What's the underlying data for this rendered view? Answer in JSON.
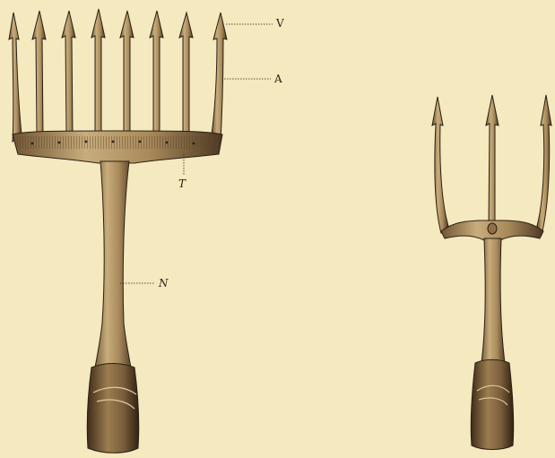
{
  "figure": {
    "left_tool": {
      "labels": {
        "v": "V",
        "a": "A",
        "t": "T",
        "n": "N"
      }
    },
    "right_tool": {}
  },
  "colors": {
    "paper": "#f4e9bf",
    "ink": "#2a2015",
    "metal_light": "#c4a774",
    "metal_mid": "#8f7046",
    "metal_dark": "#4a3520"
  }
}
